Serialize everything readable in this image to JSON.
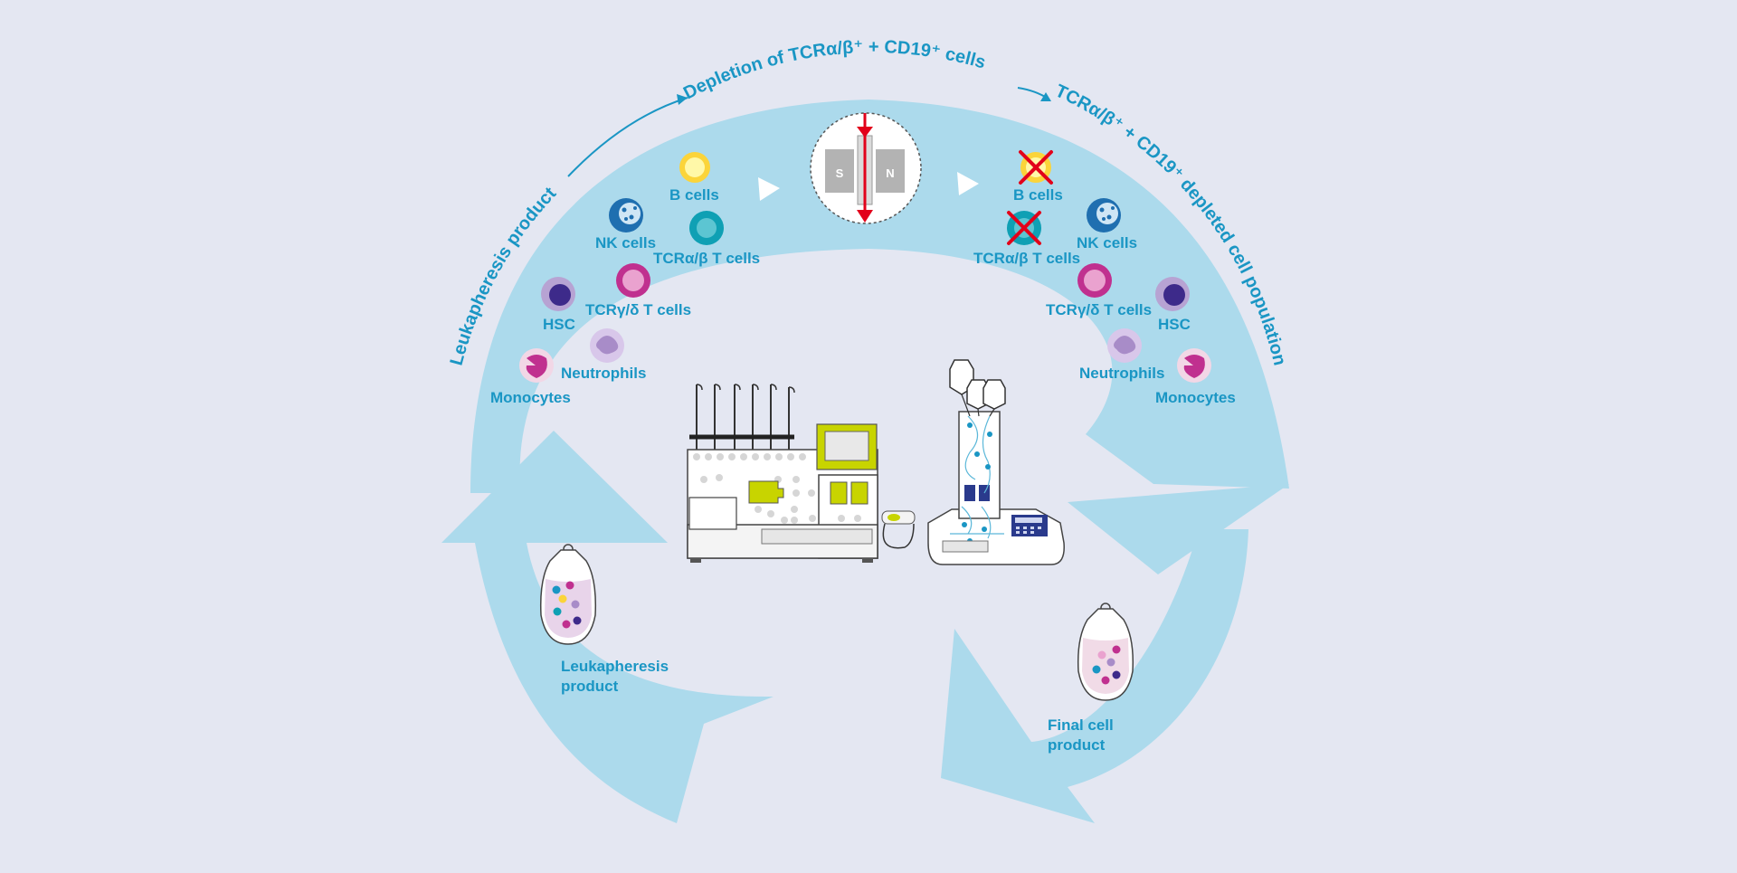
{
  "titles": {
    "left_arc": "Leukapheresis product",
    "top_arc": "Depletion of TCRα/β⁺ + CD19⁺ cells",
    "right_arc": "TCRα/β⁺ + CD19⁺ depleted cell population"
  },
  "magnet": {
    "south": "S",
    "north": "N"
  },
  "cells_before": {
    "b_cells": "B cells",
    "nk_cells": "NK cells",
    "tcr_ab": "TCRα/β T cells",
    "tcr_gd": "TCRγ/δ T cells",
    "hsc": "HSC",
    "neutrophils": "Neutrophils",
    "monocytes": "Monocytes"
  },
  "cells_after": {
    "b_cells": "B cells",
    "nk_cells": "NK cells",
    "tcr_ab": "TCRα/β T cells",
    "tcr_gd": "TCRγ/δ T cells",
    "hsc": "HSC",
    "neutrophils": "Neutrophils",
    "monocytes": "Monocytes"
  },
  "bags": {
    "left_line1": "Leukapheresis",
    "left_line2": "product",
    "right_line1": "Final cell",
    "right_line2": "product"
  },
  "colors": {
    "background": "#e4e7f2",
    "cycle_fill": "#acdaec",
    "label_text": "#1a96c4",
    "instrument_accent": "#c8d400",
    "cross_red": "#e2001a",
    "b_cell": "#fff8a8",
    "nk_cell": "#1f6fb0",
    "tcr_ab_cell": "#0fa0b4",
    "tcr_gd_cell": "#c0308f",
    "hsc_cell": "#3d2a8a",
    "neutrophil": "#a88cc8",
    "monocyte": "#c0308f"
  }
}
